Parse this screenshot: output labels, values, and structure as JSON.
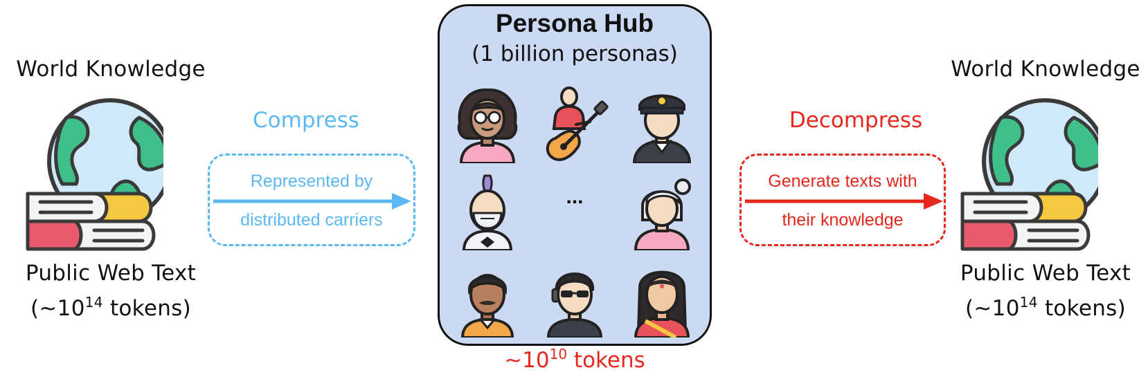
{
  "left": {
    "top_label": "World Knowledge",
    "bottom_label_line1": "Public Web Text",
    "bottom_label_prefix": "(~10",
    "bottom_label_exp": "14",
    "bottom_label_suffix": " tokens)",
    "icon": "globe-on-books-icon"
  },
  "compress": {
    "title": "Compress",
    "line1": "Represented by",
    "line2": "distributed carriers",
    "color": "#5bb8f2"
  },
  "hub": {
    "title": "Persona Hub",
    "subtitle": "(1 billion personas)",
    "ellipsis": "...",
    "tokens_prefix": "~10",
    "tokens_exp": "10",
    "tokens_suffix": " tokens",
    "background": "#cbd9f3",
    "personas": [
      "curly-hair-glasses-woman-icon",
      "guitarist-icon",
      "police-officer-icon",
      "punk-masked-person-icon",
      "ellipsis",
      "gray-haired-woman-icon",
      "mustached-man-icon",
      "sunglasses-headset-man-icon",
      "saree-woman-icon"
    ]
  },
  "decompress": {
    "title": "Decompress",
    "line1": "Generate texts with",
    "line2": "their knowledge",
    "color": "#e8271c"
  },
  "right": {
    "top_label": "World Knowledge",
    "bottom_label_line1": "Public Web Text",
    "bottom_label_prefix": "(~10",
    "bottom_label_exp": "14",
    "bottom_label_suffix": " tokens)",
    "icon": "globe-on-books-icon"
  }
}
